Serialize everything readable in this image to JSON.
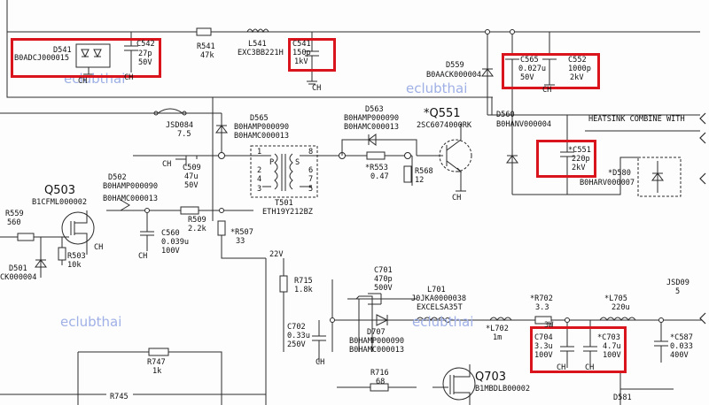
{
  "colors": {
    "wire": "#2a2a2a",
    "highlight": "#d9141c",
    "watermark": "#9fb0e6",
    "background": "#fdfdfd"
  },
  "labels": {
    "d541_ref": "D541",
    "d541_part": "B0ADCJ000015",
    "c542_ref": "C542",
    "c542_val": "27p",
    "c542_volt": "50V",
    "r541_ref": "R541",
    "r541_val": "47k",
    "l541_ref": "L541",
    "l541_part": "EXC3BB221H",
    "c541_ref": "C541",
    "c541_val": "150p",
    "c541_volt": "1kV",
    "d559_ref": "D559",
    "d559_part": "B0AACK000004",
    "c565_ref": "C565",
    "c565_val": "0.027u",
    "c565_volt": "50V",
    "c552_ref": "C552",
    "c552_val": "1000p",
    "c552_volt": "2kV",
    "jsd084_ref": "JSD084",
    "jsd084_val": "7.5",
    "d565_ref": "D565",
    "d565_part1": "B0HAMP000090",
    "d565_part2": "B0HAMC000013",
    "d563_ref": "D563",
    "d563_part1": "B0HAMP000090",
    "d563_part2": "B0HAMC000013",
    "q551_ref": "*Q551",
    "q551_part": "2SC6074000RK",
    "d560_ref": "D560",
    "d560_part": "B0HANV000004",
    "heatsink": "HEATSINK COMBINE WITH",
    "c509_ref": "C509",
    "c509_val": "47u",
    "c509_volt": "50V",
    "r553_ref": "*R553",
    "r553_val": "0.47",
    "r568_ref": "R568",
    "r568_val": "12",
    "c551_ref": "*C551",
    "c551_val": "220p",
    "c551_volt": "2kV",
    "d580_ref": "*D580",
    "d580_part": "B0HARV000007",
    "d502_ref": "D502",
    "d502_part1": "B0HAMP000090",
    "d502_part2": "B0HAMC000013",
    "q503_ref": "Q503",
    "q503_part": "B1CFML000002",
    "t501_ref": "T501",
    "t501_part": "ETH19Y212BZ",
    "r509_ref": "R509",
    "r509_val": "2.2k",
    "r507_ref": "*R507",
    "r507_val": "33",
    "r559_ref": "R559",
    "r559_val": "560",
    "c560_ref": "C560",
    "c560_val": "0.039u",
    "c560_volt": "100V",
    "r503_ref": "R503",
    "r503_val": "10k",
    "d501_ref": "D501",
    "d501_part": "CK000004",
    "v22": "22V",
    "r715_ref": "R715",
    "r715_val": "1.8k",
    "c701_ref": "C701",
    "c701_val": "470p",
    "c701_volt": "500V",
    "l701_ref": "L701",
    "l701_part1": "J0JKA0000038",
    "l701_part2": "EXCELSA35T",
    "r702_ref": "*R702",
    "r702_val": "3.3",
    "l705_ref": "*L705",
    "l705_val": "220u",
    "jsd09_ref": "JSD09",
    "jsd09_val": "5",
    "c702_ref": "C702",
    "c702_val": "0.33u",
    "c702_volt": "250V",
    "d707_ref": "D707",
    "d707_part1": "B0HAMP000090",
    "d707_part2": "B0HAMC000013",
    "l702_ref": "*L702",
    "l702_val": "1m",
    "c704_ref": "C704",
    "c704_val": "3.3u",
    "c704_volt": "100V",
    "c703_ref": "*C703",
    "c703_val": "4.7u",
    "c703_volt": "100V",
    "c587_ref": "*C587",
    "c587_val": "0.033",
    "c587_volt": "400V",
    "r747_ref": "R747",
    "r747_val": "1k",
    "r716_ref": "R716",
    "r716_val": "68",
    "q703_ref": "Q703",
    "q703_part": "B1MBDLB00002",
    "r745_ref": "R745",
    "d581_ref": "D581",
    "ch": "CH",
    "w3": "3W",
    "pin1": "1",
    "pin2": "2",
    "pin3": "3",
    "pin4": "4",
    "pin5": "5",
    "pin6": "6",
    "pin7": "7",
    "pin8": "8",
    "wp": "P",
    "ws": "S",
    "watermark": "eclubthai"
  }
}
